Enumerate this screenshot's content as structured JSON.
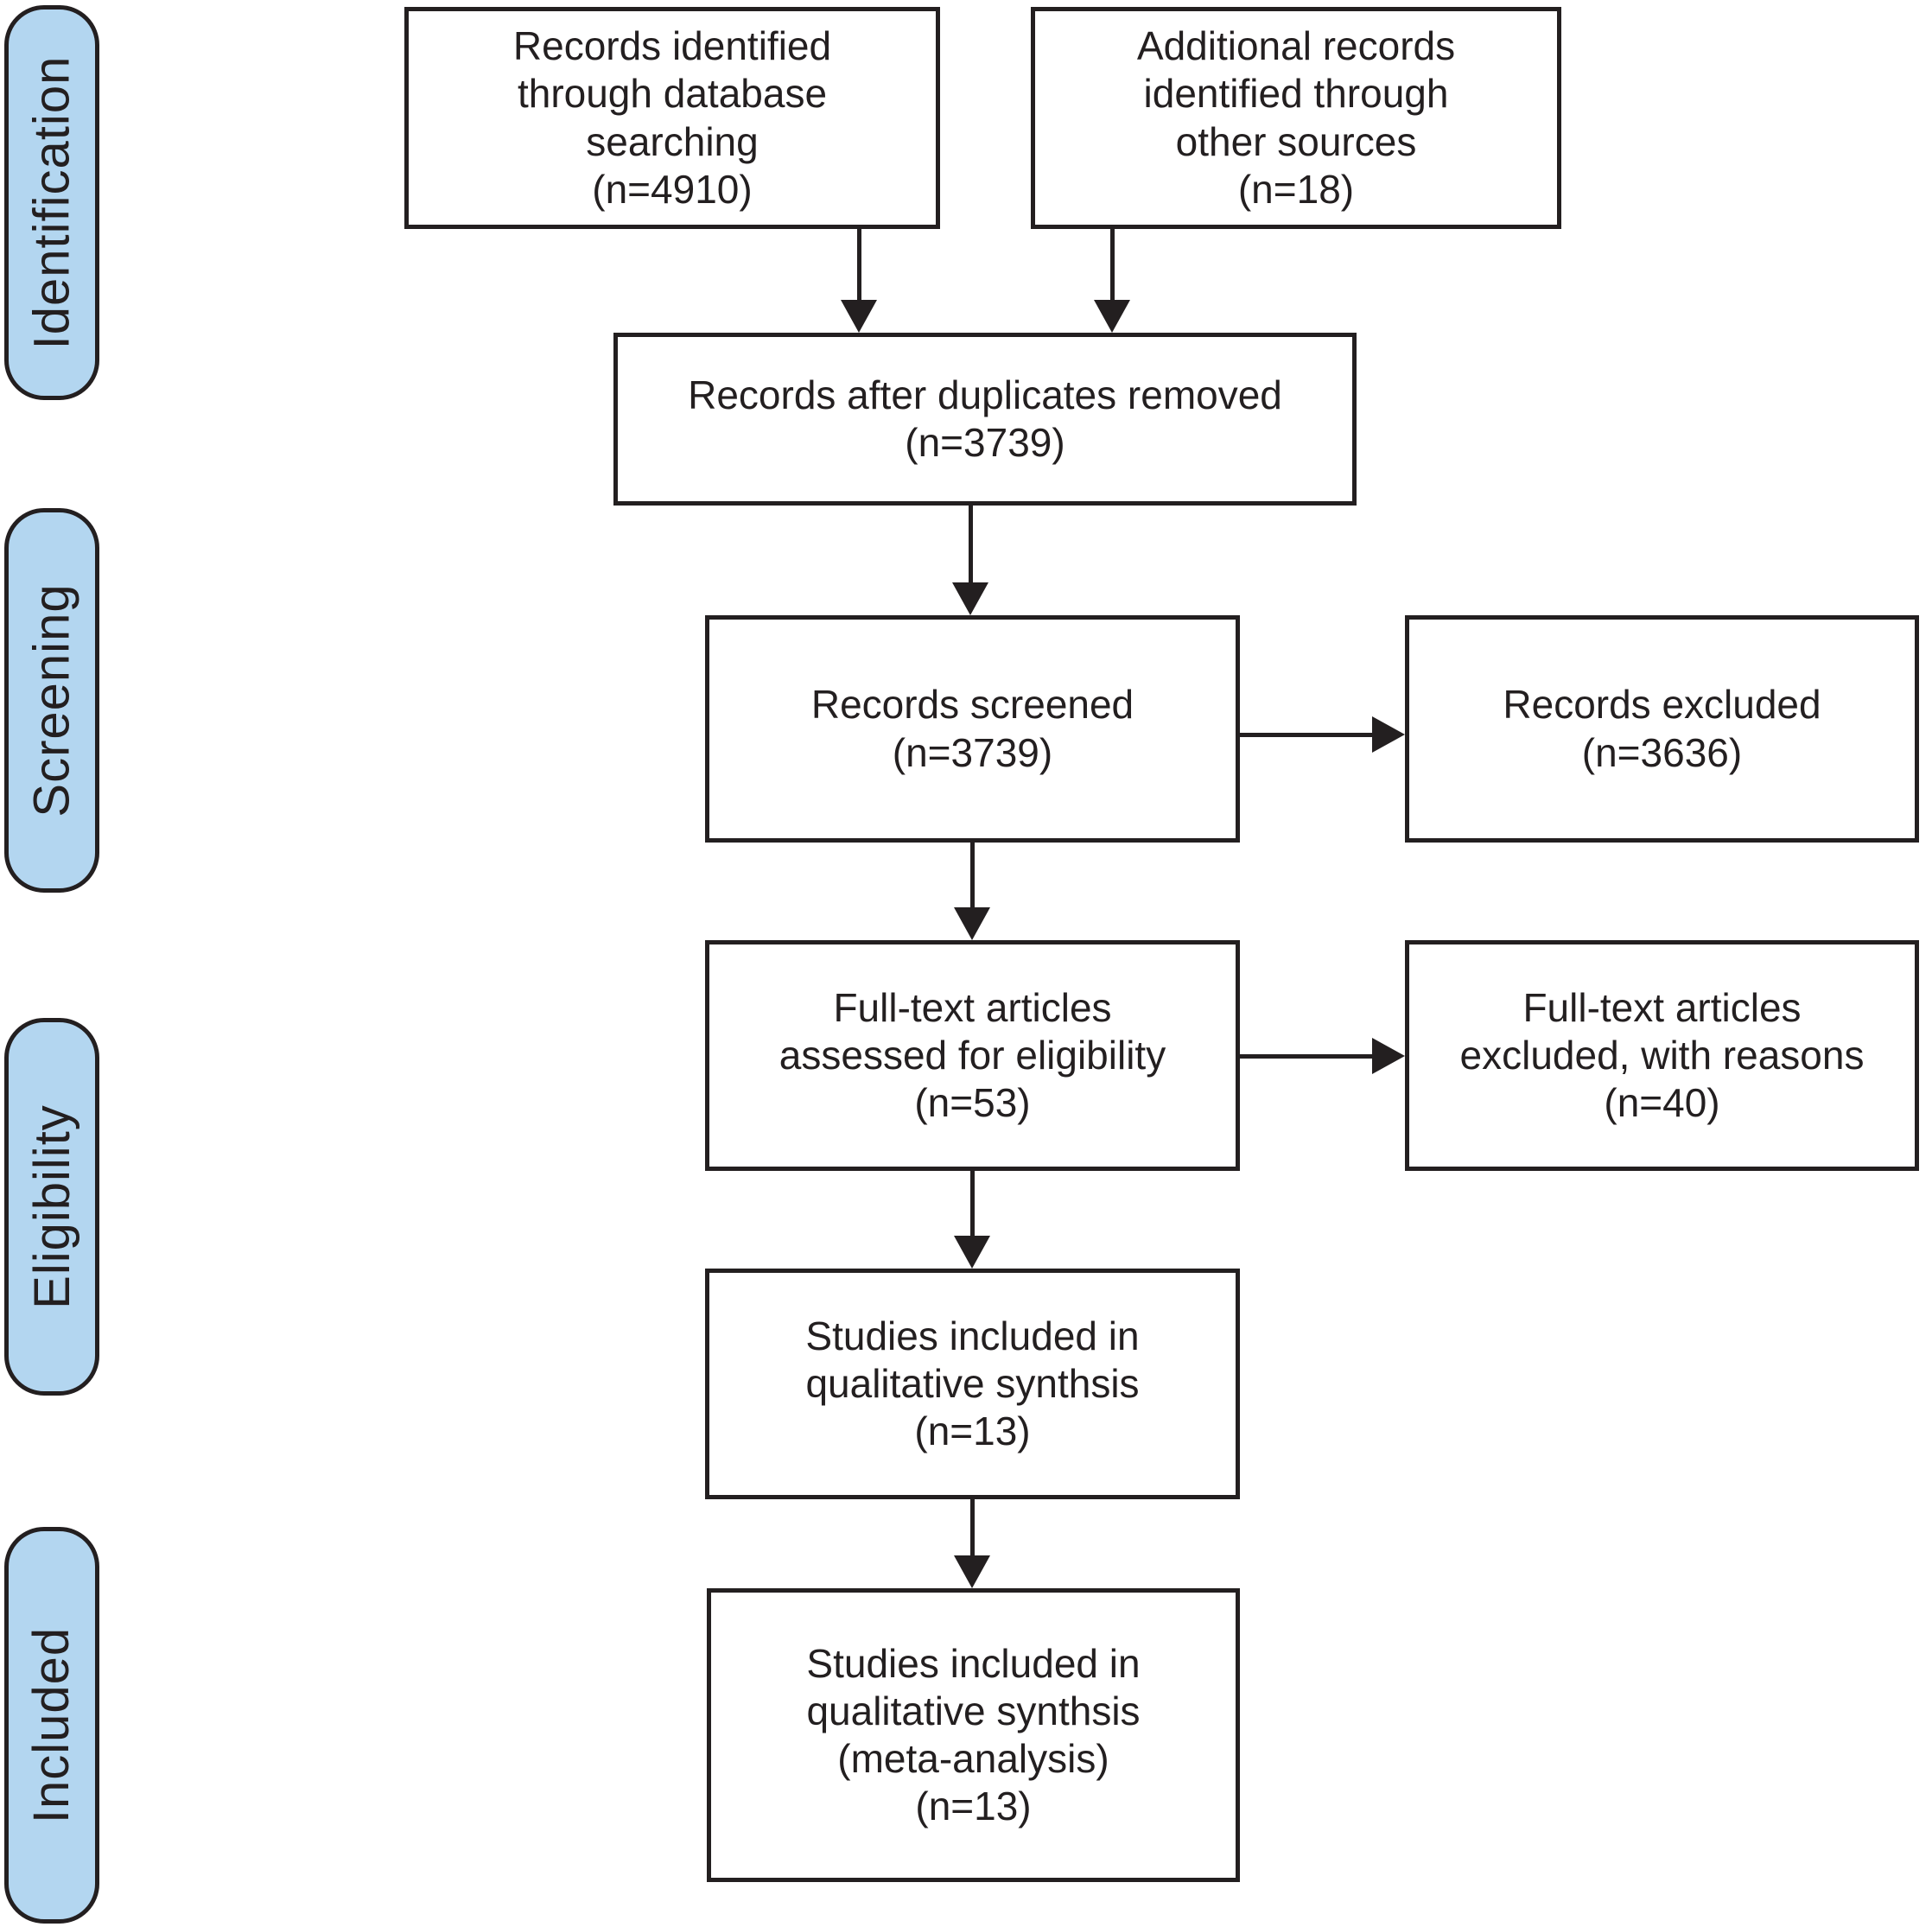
{
  "palette": {
    "ink": "#231f20",
    "sidebar_fill": "#b3d6f0",
    "box_fill": "#ffffff",
    "background": "#ffffff"
  },
  "sidebar": {
    "labels": [
      {
        "id": "identification",
        "text": "Identification"
      },
      {
        "id": "screening",
        "text": "Screening"
      },
      {
        "id": "eligibility",
        "text": "Eligibility"
      },
      {
        "id": "included",
        "text": "Included"
      }
    ]
  },
  "flow": {
    "boxes": [
      {
        "id": "records-identified",
        "count": 4910,
        "text": "Records identified\nthrough database\nsearching\n(n=4910)"
      },
      {
        "id": "additional-records",
        "count": 18,
        "text": "Additional records\nidentified through\nother sources\n(n=18)"
      },
      {
        "id": "duplicates-removed",
        "count": 3739,
        "text": "Records after duplicates removed\n(n=3739)"
      },
      {
        "id": "records-screened",
        "count": 3739,
        "text": "Records screened\n(n=3739)"
      },
      {
        "id": "records-excluded",
        "count": 3636,
        "text": "Records excluded\n(n=3636)"
      },
      {
        "id": "fulltext-assessed",
        "count": 53,
        "text": "Full-text articles\nassessed for eligibility\n(n=53)"
      },
      {
        "id": "fulltext-excluded",
        "count": 40,
        "text": "Full-text articles\nexcluded, with reasons\n(n=40)"
      },
      {
        "id": "qualitative-synthesis",
        "count": 13,
        "text": "Studies included in\nqualitative synthsis\n(n=13)"
      },
      {
        "id": "meta-analysis",
        "count": 13,
        "text": "Studies included in\nqualitative synthsis\n(meta-analysis)\n(n=13)"
      }
    ]
  }
}
